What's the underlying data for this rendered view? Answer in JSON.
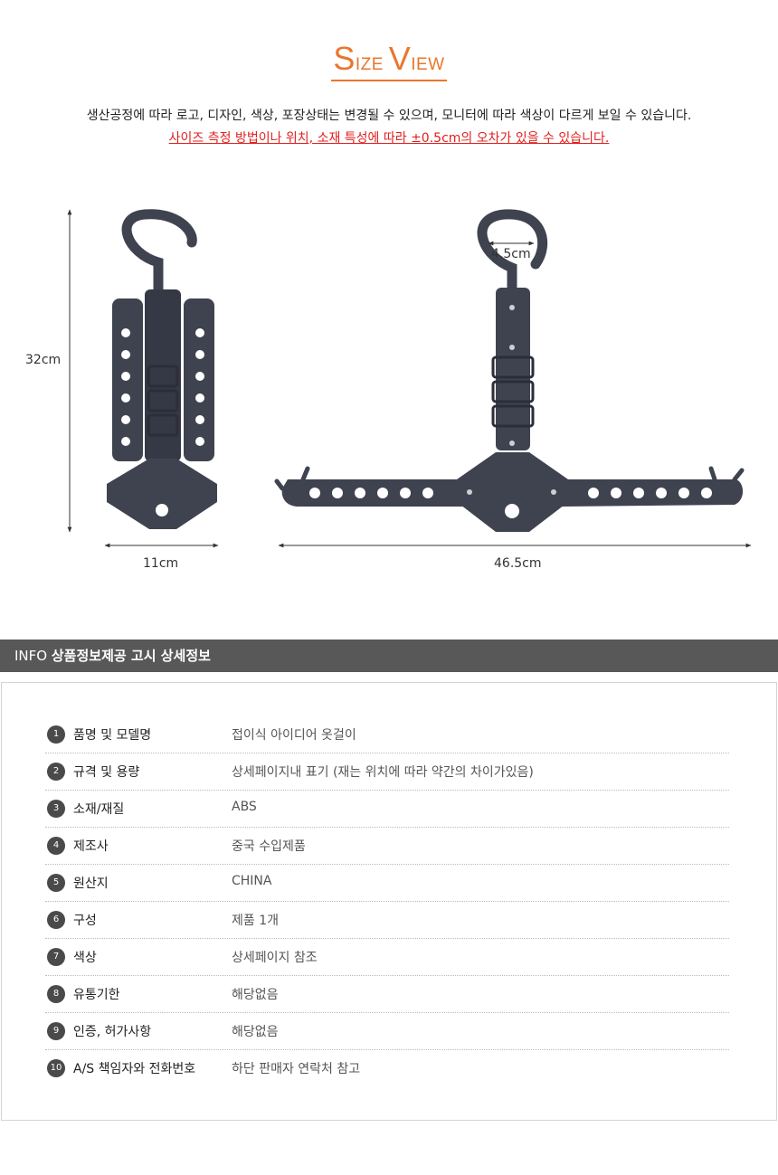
{
  "title": {
    "first_cap": "S",
    "first_rest": "IZE",
    "second_cap": "V",
    "second_rest": "IEW"
  },
  "notices": [
    "생산공정에 따라 로고, 디자인, 색상, 포장상태는 변경될 수 있으며, 모니터에 따라 색상이 다르게 보일 수 있습니다.",
    "사이즈 측정 방법이나 위치, 소재 특성에 따라 ±0.5cm의 오차가 있을 수 있습니다."
  ],
  "dimensions": {
    "height": "32cm",
    "folded_width": "11cm",
    "hook_width": "4.5cm",
    "open_width": "46.5cm"
  },
  "info": {
    "prefix": "INFO",
    "title": "상품정보제공 고시 상세정보",
    "rows": [
      {
        "num": "1",
        "label": "품명 및 모델명",
        "value": "접이식 아이디어 옷걸이"
      },
      {
        "num": "2",
        "label": "규격 및 용량",
        "value": "상세페이지내 표기 (재는 위치에 따라 약간의 차이가있음)"
      },
      {
        "num": "3",
        "label": "소재/재질",
        "value": "ABS"
      },
      {
        "num": "4",
        "label": "제조사",
        "value": "중국 수입제품"
      },
      {
        "num": "5",
        "label": "원산지",
        "value": "CHINA"
      },
      {
        "num": "6",
        "label": "구성",
        "value": "제품 1개"
      },
      {
        "num": "7",
        "label": "색상",
        "value": "상세페이지 참조"
      },
      {
        "num": "8",
        "label": "유통기한",
        "value": "해당없음"
      },
      {
        "num": "9",
        "label": "인증, 허가사항",
        "value": "해당없음"
      },
      {
        "num": "10",
        "label": "A/S 책임자와 전화번호",
        "value": "하단 판매자 연락처 참고"
      }
    ]
  },
  "colors": {
    "accent": "#e8772e",
    "warning": "#e02020",
    "product": "#3f4350",
    "bar": "#585858"
  }
}
